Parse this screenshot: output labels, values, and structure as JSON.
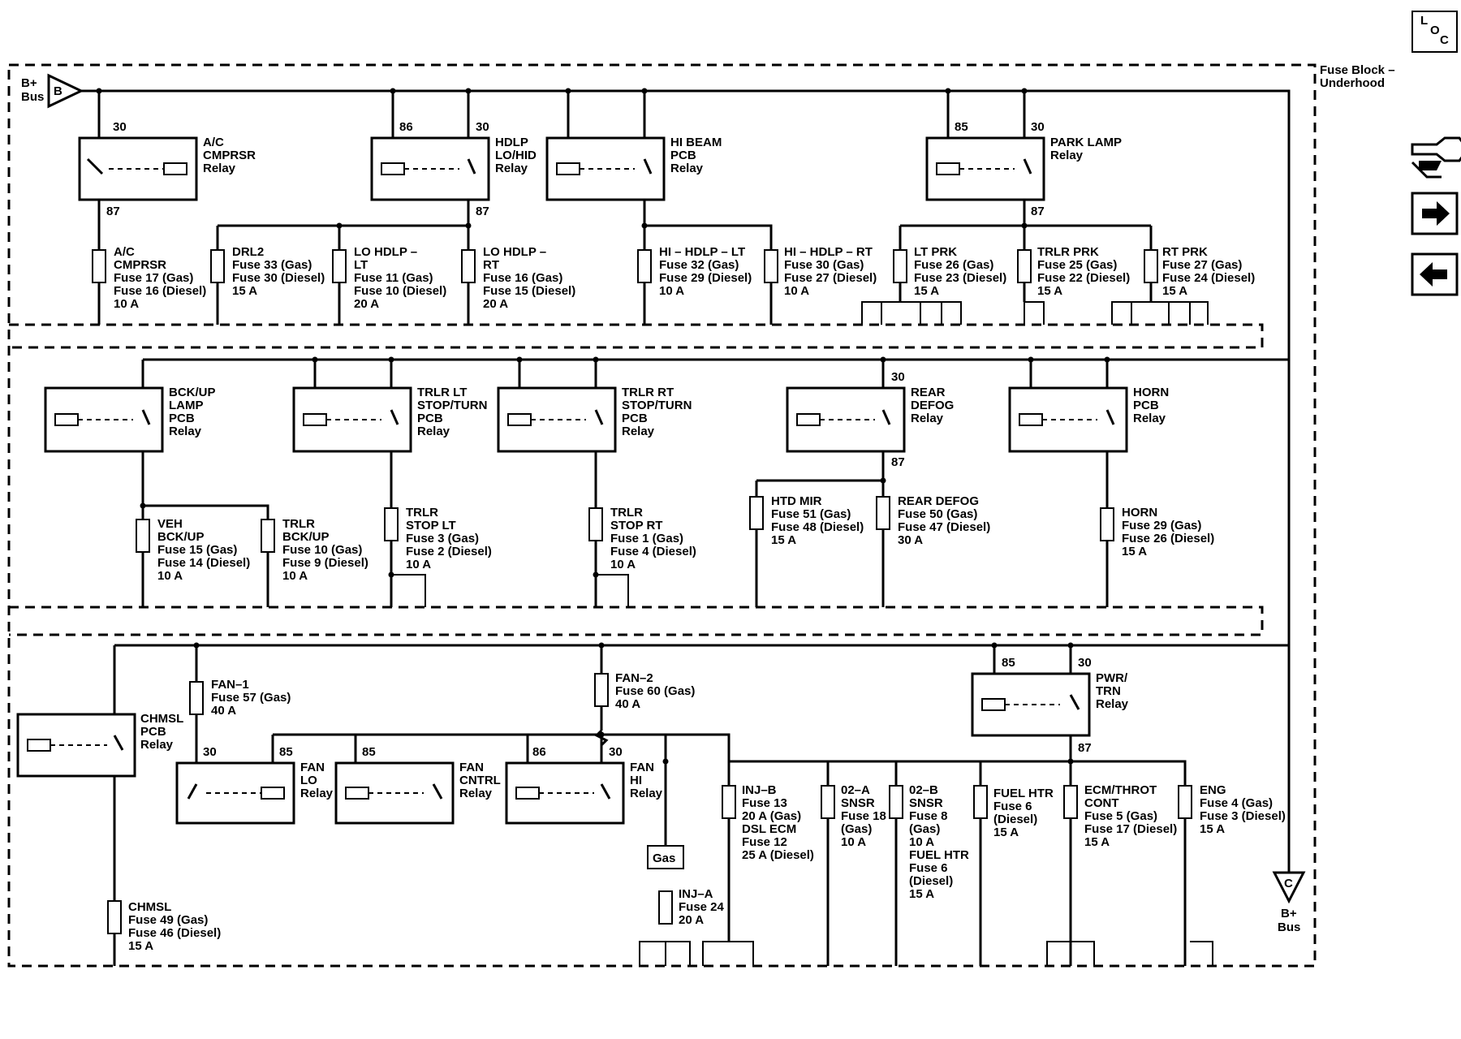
{
  "header": {
    "loc_button": "LOC",
    "block_title": [
      "Fuse Block –",
      "Underhood"
    ]
  },
  "buses": {
    "b_plus_top": [
      "B+",
      "Bus"
    ],
    "b_connector": "B",
    "b_plus_bottom": [
      "B+",
      "Bus"
    ],
    "c_connector": "C"
  },
  "nav": {
    "service_icon": "connector-wrench-icon",
    "next_icon": "arrow-right-icon",
    "prev_icon": "arrow-left-icon"
  },
  "relays": [
    {
      "id": "ac",
      "label": [
        "A/C",
        "CMPRSR",
        "Relay"
      ],
      "pins": [
        "30",
        "87"
      ]
    },
    {
      "id": "hdlp",
      "label": [
        "HDLP",
        "LO/HID",
        "Relay"
      ],
      "pins": [
        "86",
        "30",
        "87"
      ]
    },
    {
      "id": "hibeam",
      "label": [
        "HI BEAM",
        "PCB",
        "Relay"
      ],
      "pins": []
    },
    {
      "id": "park",
      "label": [
        "PARK LAMP",
        "Relay"
      ],
      "pins": [
        "85",
        "30",
        "87"
      ]
    },
    {
      "id": "bckup",
      "label": [
        "BCK/UP",
        "LAMP",
        "PCB",
        "Relay"
      ],
      "pins": []
    },
    {
      "id": "trlrlt",
      "label": [
        "TRLR LT",
        "STOP/TURN",
        "PCB",
        "Relay"
      ],
      "pins": []
    },
    {
      "id": "trlrrt",
      "label": [
        "TRLR RT",
        "STOP/TURN",
        "PCB",
        "Relay"
      ],
      "pins": []
    },
    {
      "id": "reardefog",
      "label": [
        "REAR",
        "DEFOG",
        "Relay"
      ],
      "pins": [
        "30",
        "87"
      ]
    },
    {
      "id": "horn",
      "label": [
        "HORN",
        "PCB",
        "Relay"
      ],
      "pins": []
    },
    {
      "id": "chmsl",
      "label": [
        "CHMSL",
        "PCB",
        "Relay"
      ],
      "pins": []
    },
    {
      "id": "fanlo",
      "label": [
        "FAN",
        "LO",
        "Relay"
      ],
      "pins": [
        "30",
        "85"
      ]
    },
    {
      "id": "fancntrl",
      "label": [
        "FAN",
        "CNTRL",
        "Relay"
      ],
      "pins": [
        "85"
      ]
    },
    {
      "id": "fanhi",
      "label": [
        "FAN",
        "HI",
        "Relay"
      ],
      "pins": [
        "86",
        "30"
      ]
    },
    {
      "id": "pwrtrn",
      "label": [
        "PWR/",
        "TRN",
        "Relay"
      ],
      "pins": [
        "85",
        "30",
        "87"
      ]
    }
  ],
  "fuses": [
    {
      "id": "ac",
      "label": [
        "A/C",
        "CMPRSR",
        "Fuse 17 (Gas)",
        "Fuse 16 (Diesel)",
        "10 A"
      ]
    },
    {
      "id": "drl2",
      "label": [
        "DRL2",
        "Fuse 33 (Gas)",
        "Fuse 30 (Diesel)",
        "15 A"
      ]
    },
    {
      "id": "lohdlplt",
      "label": [
        "LO HDLP –",
        "LT",
        "Fuse 11 (Gas)",
        "Fuse 10 (Diesel)",
        "20 A"
      ]
    },
    {
      "id": "lohdlprt",
      "label": [
        "LO HDLP –",
        "RT",
        "Fuse 16 (Gas)",
        "Fuse 15 (Diesel)",
        "20 A"
      ]
    },
    {
      "id": "hihdlplt",
      "label": [
        "HI – HDLP – LT",
        "Fuse 32 (Gas)",
        "Fuse 29 (Diesel)",
        "10 A"
      ]
    },
    {
      "id": "hihdlprt",
      "label": [
        "HI – HDLP – RT",
        "Fuse 30 (Gas)",
        "Fuse 27 (Diesel)",
        "10 A"
      ]
    },
    {
      "id": "ltprk",
      "label": [
        "LT PRK",
        "Fuse 26 (Gas)",
        "Fuse 23 (Diesel)",
        "15 A"
      ]
    },
    {
      "id": "trlrprk",
      "label": [
        "TRLR PRK",
        "Fuse 25 (Gas)",
        "Fuse 22 (Diesel)",
        "15 A"
      ]
    },
    {
      "id": "rtprk",
      "label": [
        "RT PRK",
        "Fuse 27 (Gas)",
        "Fuse 24 (Diesel)",
        "15 A"
      ]
    },
    {
      "id": "vehbckup",
      "label": [
        "VEH",
        "BCK/UP",
        "Fuse 15 (Gas)",
        "Fuse 14 (Diesel)",
        "10 A"
      ]
    },
    {
      "id": "trlrbckup",
      "label": [
        "TRLR",
        "BCK/UP",
        "Fuse 10 (Gas)",
        "Fuse 9 (Diesel)",
        "10 A"
      ]
    },
    {
      "id": "trlrstoplt",
      "label": [
        "TRLR",
        "STOP LT",
        "Fuse 3 (Gas)",
        "Fuse 2 (Diesel)",
        "10 A"
      ]
    },
    {
      "id": "trlrstoprt",
      "label": [
        "TRLR",
        "STOP RT",
        "Fuse 1 (Gas)",
        "Fuse 4 (Diesel)",
        "10 A"
      ]
    },
    {
      "id": "htdmir",
      "label": [
        "HTD MIR",
        "Fuse 51 (Gas)",
        "Fuse 48 (Diesel)",
        "15 A"
      ]
    },
    {
      "id": "reardefog",
      "label": [
        "REAR DEFOG",
        "Fuse 50 (Gas)",
        "Fuse 47 (Diesel)",
        "30 A"
      ]
    },
    {
      "id": "horn",
      "label": [
        "HORN",
        "Fuse 29 (Gas)",
        "Fuse 26 (Diesel)",
        "15 A"
      ]
    },
    {
      "id": "fan1",
      "label": [
        "FAN–1",
        "Fuse 57 (Gas)",
        "40 A"
      ]
    },
    {
      "id": "fan2",
      "label": [
        "FAN–2",
        "Fuse 60 (Gas)",
        "40 A"
      ]
    },
    {
      "id": "chmsl",
      "label": [
        "CHMSL",
        "Fuse 49 (Gas)",
        "Fuse 46 (Diesel)",
        "15 A"
      ]
    },
    {
      "id": "injb",
      "label": [
        "INJ–B",
        "Fuse 13",
        "20 A (Gas)",
        "DSL ECM",
        "Fuse 12",
        "25 A (Diesel)"
      ]
    },
    {
      "id": "injA",
      "label": [
        "INJ–A",
        "Fuse 24",
        "20 A"
      ]
    },
    {
      "id": "o2a",
      "label": [
        "02–A",
        "SNSR",
        "Fuse 18",
        "(Gas)",
        "10 A"
      ]
    },
    {
      "id": "o2b",
      "label": [
        "02–B",
        "SNSR",
        "Fuse 8",
        "(Gas)",
        "10 A",
        "FUEL HTR",
        "Fuse 6",
        "(Diesel)",
        "15 A"
      ]
    },
    {
      "id": "fuelhtr",
      "label": [
        "FUEL HTR",
        "Fuse 6",
        "(Diesel)",
        "15 A"
      ]
    },
    {
      "id": "ecm",
      "label": [
        "ECM/THROT",
        "CONT",
        "Fuse 5 (Gas)",
        "Fuse 17 (Diesel)",
        "15 A"
      ]
    },
    {
      "id": "eng",
      "label": [
        "ENG",
        "Fuse 4 (Gas)",
        "Fuse 3 (Diesel)",
        "15 A"
      ]
    }
  ],
  "gas_tag": "Gas"
}
